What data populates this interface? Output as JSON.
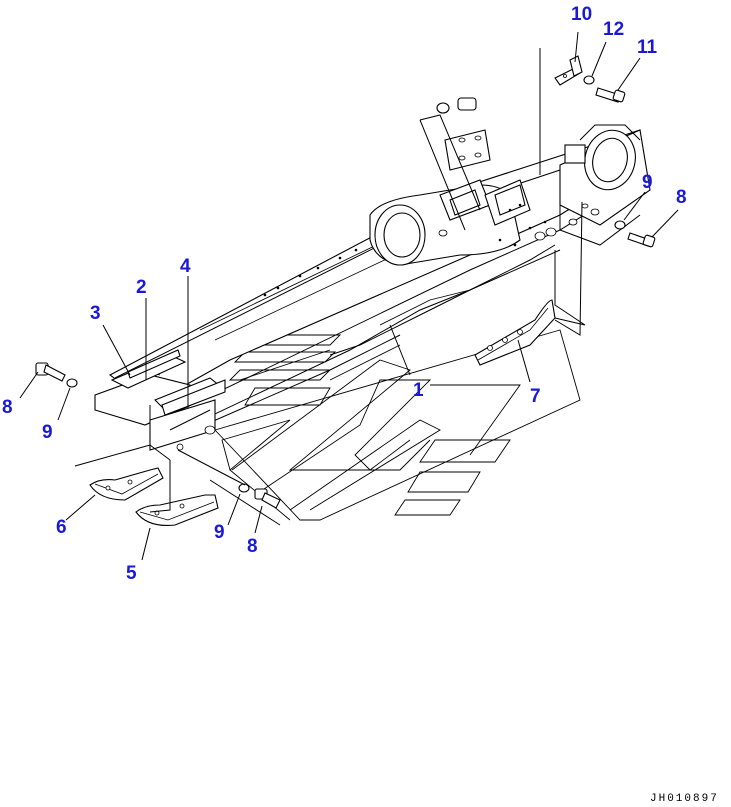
{
  "diagram": {
    "callouts": [
      {
        "id": "c10a",
        "text": "10"
      },
      {
        "id": "c12",
        "text": "12"
      },
      {
        "id": "c11",
        "text": "11"
      },
      {
        "id": "c9a",
        "text": "9"
      },
      {
        "id": "c8a",
        "text": "8"
      },
      {
        "id": "c4",
        "text": "4"
      },
      {
        "id": "c2",
        "text": "2"
      },
      {
        "id": "c3",
        "text": "3"
      },
      {
        "id": "c1",
        "text": "1"
      },
      {
        "id": "c7",
        "text": "7"
      },
      {
        "id": "c8b",
        "text": "8"
      },
      {
        "id": "c9b",
        "text": "9"
      },
      {
        "id": "c6",
        "text": "6"
      },
      {
        "id": "c9c",
        "text": "9"
      },
      {
        "id": "c8c",
        "text": "8"
      },
      {
        "id": "c5",
        "text": "5"
      }
    ],
    "drawing_code": "JH010897"
  }
}
